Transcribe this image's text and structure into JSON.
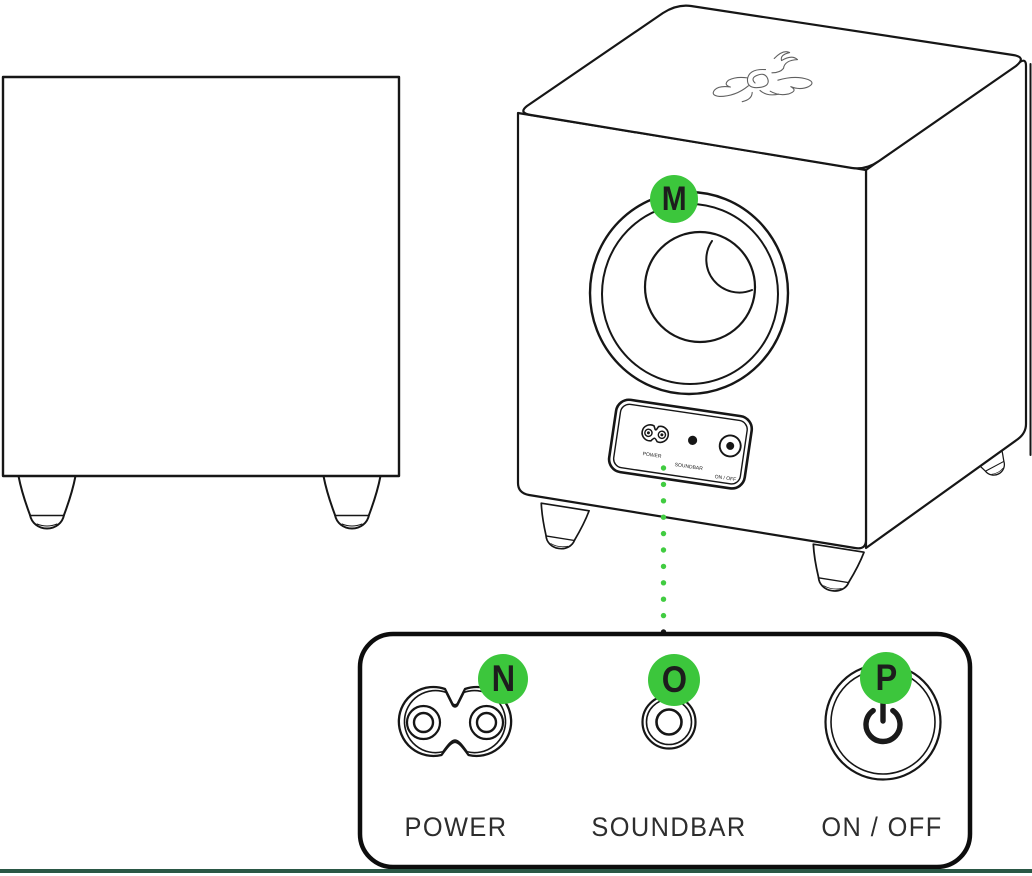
{
  "colors": {
    "badge_green": "#3CC63C",
    "dot_green": "#41CC41",
    "line_art": "#161616",
    "footer_rule": "#2A5745",
    "label_text": "#2D2D2D"
  },
  "callout_badges": {
    "m": "M",
    "n": "N",
    "o": "O",
    "p": "P"
  },
  "detail_panel": {
    "power_label": "POWER",
    "soundbar_label": "SOUNDBAR",
    "on_off_label": "ON / OFF"
  },
  "subwoofer_rear_panel": {
    "power_label": "POWER",
    "soundbar_label": "SOUNDBAR",
    "on_off_label": "ON / OFF"
  },
  "icons": {
    "logo": "razer-triple-snake-logo",
    "power_connector": "figure-8-power-inlet",
    "soundbar_jack": "ring-jack",
    "on_off_button": "power-symbol-button"
  }
}
